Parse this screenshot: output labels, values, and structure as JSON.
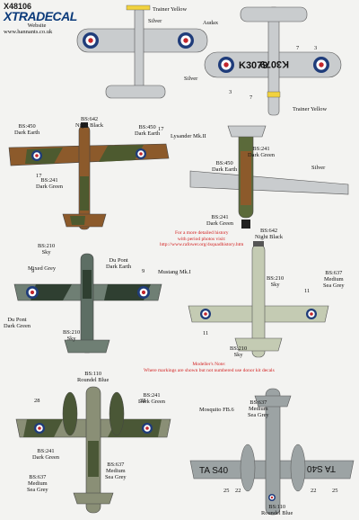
{
  "brand": {
    "code": "X48106",
    "logo": "XTRADECAL",
    "site_label": "Website",
    "url": "www.hannants.co.uk"
  },
  "audax": {
    "name": "Audax",
    "trainer_yellow_top": "Trainer Yellow",
    "silver_top": "Silver",
    "silver_side": "Silver",
    "trainer_yellow_bottom": "Trainer Yellow",
    "serial": "K3079",
    "num_3": "3",
    "num_7": "7"
  },
  "lysander": {
    "name": "Lysander Mk.II",
    "bs642_top": "BS:642\nNight Black",
    "bs450_top": "BS:450\nDark Earth",
    "bs450_left": "BS:450\nDark Earth",
    "bs241_left": "BS:241\nDark Green",
    "num_17": "17",
    "bs241_right": "BS:241\nDark Green",
    "bs450_right": "BS:450\nDark Earth",
    "silver": "Silver",
    "bs241_bottom": "BS:241\nDark Green",
    "bs642_bottom": "BS:642\nNight Black"
  },
  "history_note": "For a more detailed history\nwith period photos visit:\nhttp://www.rafower.org/4squadhistory.htm",
  "mustang": {
    "name": "Mustang Mk.I",
    "bs210_top": "BS:210\nSky",
    "dupont_top": "Du Pont\nDark Earth",
    "mixed_grey": "Mixed Grey",
    "dupont_green": "Du Pont\nDark Green",
    "bs210_bottom": "BS:210\nSky",
    "num_9": "9",
    "bs210_right": "BS:210\nSky",
    "bs637_right": "BS:637\nMedium\nSea Grey",
    "num_11": "11",
    "bs210_under": "BS:210\nSky"
  },
  "modellers_note": "Modeller's Note:\nWhere markings are shown but not numbered use donor kit decals",
  "mosquito": {
    "name": "Mosquito FB.6",
    "bs110": "BS:110\nRoundel Blue",
    "bs241_top": "BS:241\nDark Green",
    "bs241_left": "BS:241\nDark Green",
    "bs637_left": "BS:637\nMedium\nSea Grey",
    "bs637_sea": "BS:637\nMedium\nSea Grey",
    "num_28": "28",
    "bs637_right": "BS:637\nMedium\nSea Grey",
    "codes": "TA  S40",
    "num_25": "25",
    "num_22": "22",
    "bs110_bottom": "BS:110\nRoundel Blue"
  },
  "colors": {
    "roundel_blue": "#1f3c7a",
    "roundel_red": "#c4262b",
    "dark_earth": "#8c5a2b",
    "dark_green": "#4d5a2f",
    "sky": "#c4cbb3",
    "silver": "#c9ccce",
    "sea_grey": "#9ca3a4",
    "note_red": "#d21e1e"
  }
}
